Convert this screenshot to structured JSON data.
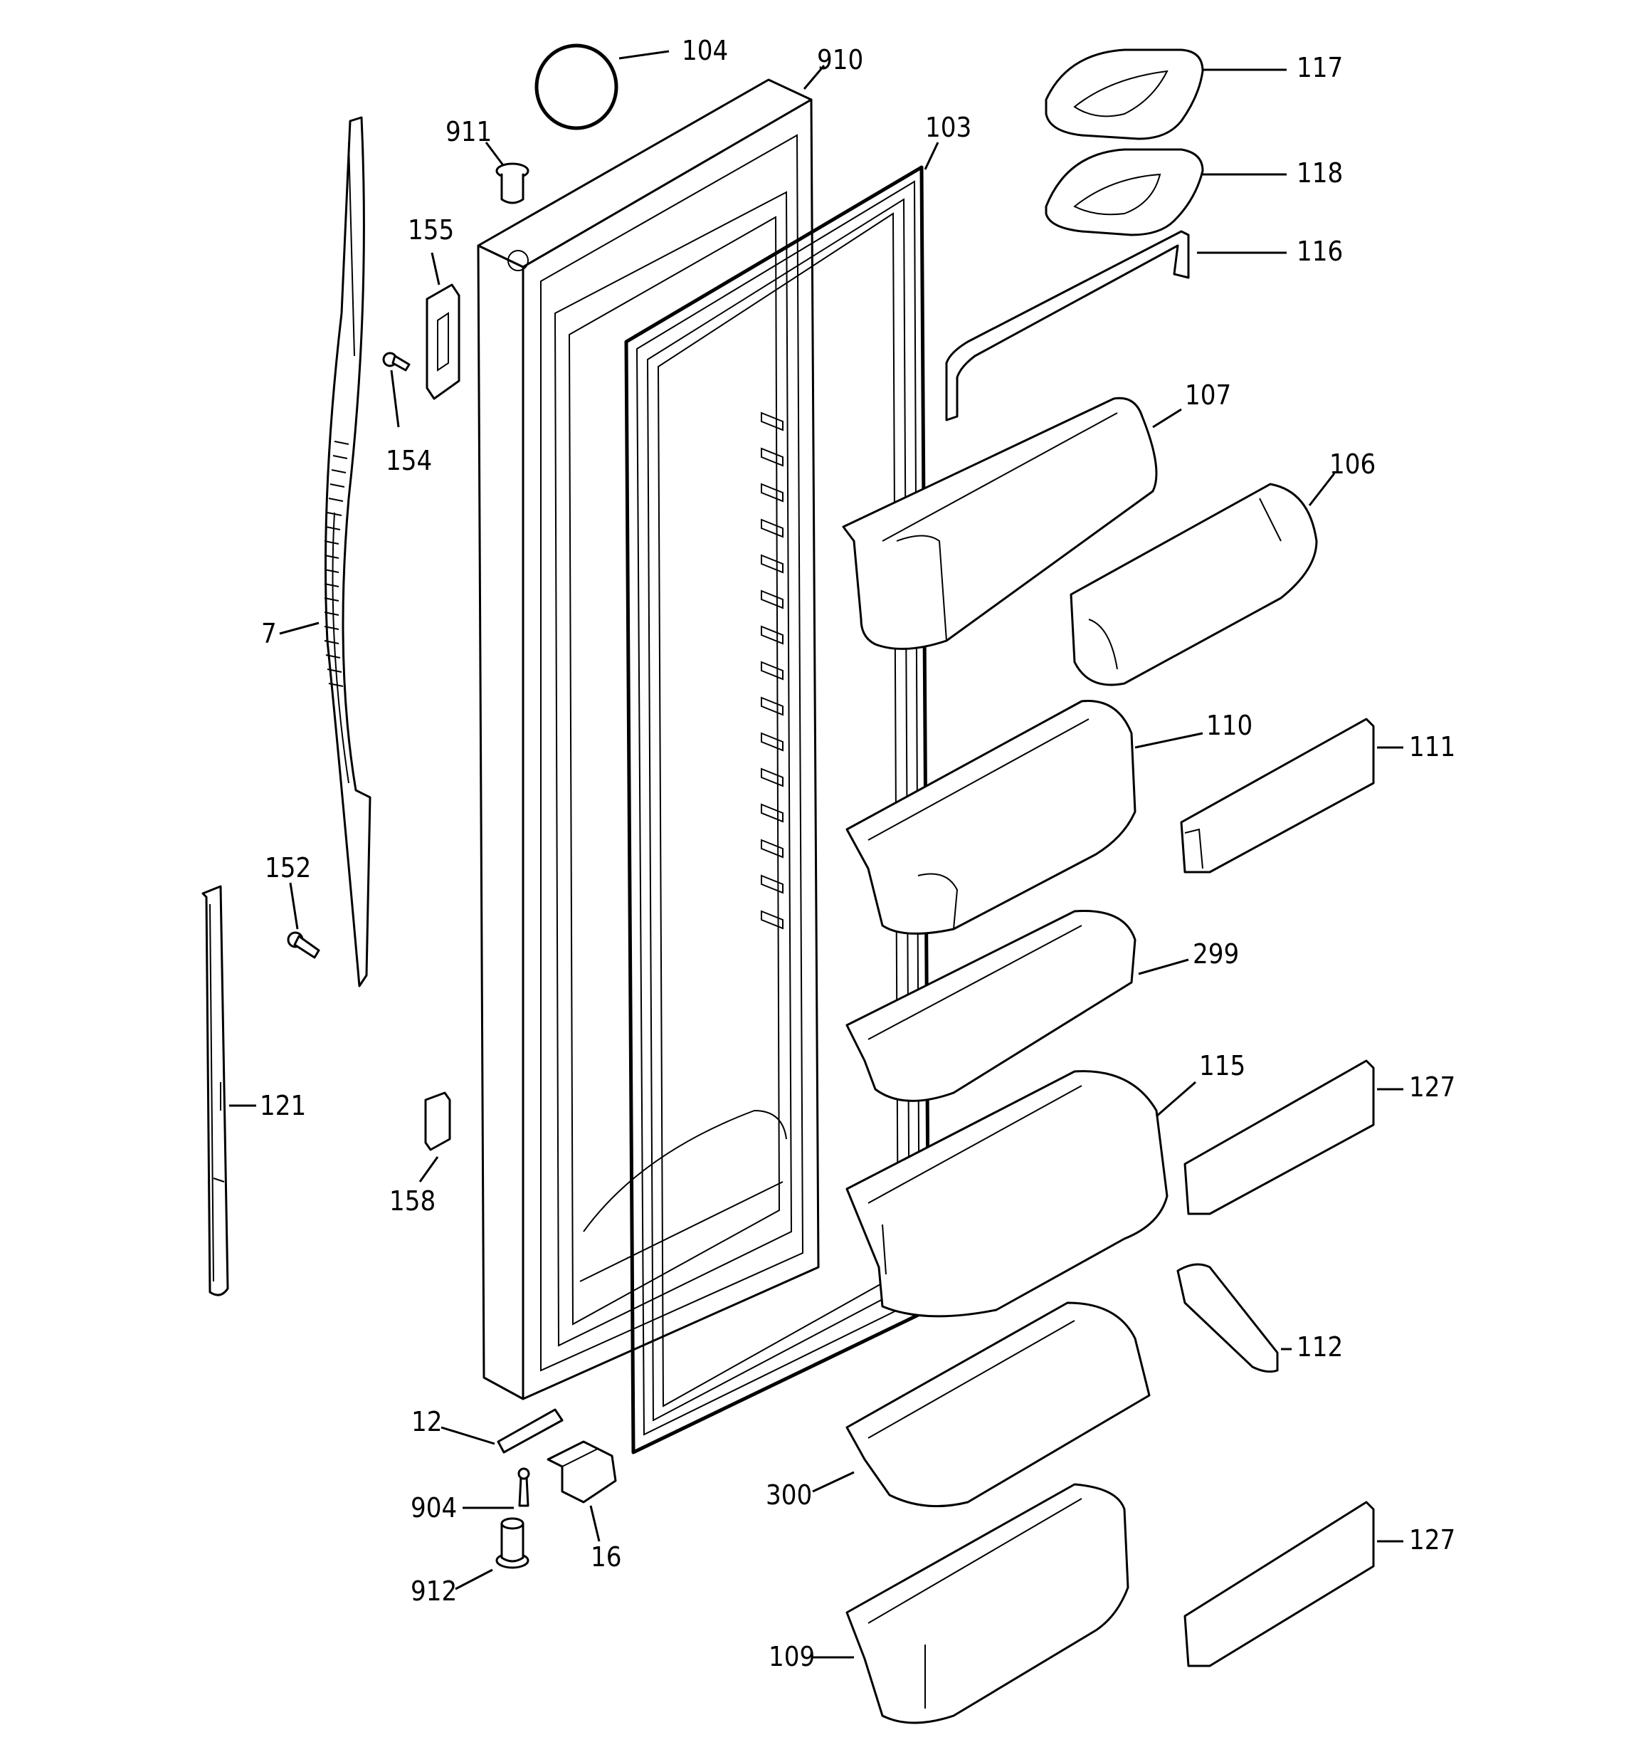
{
  "callouts": [
    {
      "id": "c104",
      "label": "104"
    },
    {
      "id": "c910",
      "label": "910"
    },
    {
      "id": "c911",
      "label": "911"
    },
    {
      "id": "c103",
      "label": "103"
    },
    {
      "id": "c117",
      "label": "117"
    },
    {
      "id": "c118",
      "label": "118"
    },
    {
      "id": "c116",
      "label": "116"
    },
    {
      "id": "c155",
      "label": "155"
    },
    {
      "id": "c154",
      "label": "154"
    },
    {
      "id": "c107",
      "label": "107"
    },
    {
      "id": "c106",
      "label": "106"
    },
    {
      "id": "c7",
      "label": "7"
    },
    {
      "id": "c110",
      "label": "110"
    },
    {
      "id": "c111",
      "label": "111"
    },
    {
      "id": "c152",
      "label": "152"
    },
    {
      "id": "c299",
      "label": "299"
    },
    {
      "id": "c115",
      "label": "115"
    },
    {
      "id": "c127a",
      "label": "127"
    },
    {
      "id": "c121",
      "label": "121"
    },
    {
      "id": "c158",
      "label": "158"
    },
    {
      "id": "c112",
      "label": "112"
    },
    {
      "id": "c12",
      "label": "12"
    },
    {
      "id": "c300",
      "label": "300"
    },
    {
      "id": "c904",
      "label": "904"
    },
    {
      "id": "c16",
      "label": "16"
    },
    {
      "id": "c127b",
      "label": "127"
    },
    {
      "id": "c912",
      "label": "912"
    },
    {
      "id": "c109",
      "label": "109"
    }
  ]
}
